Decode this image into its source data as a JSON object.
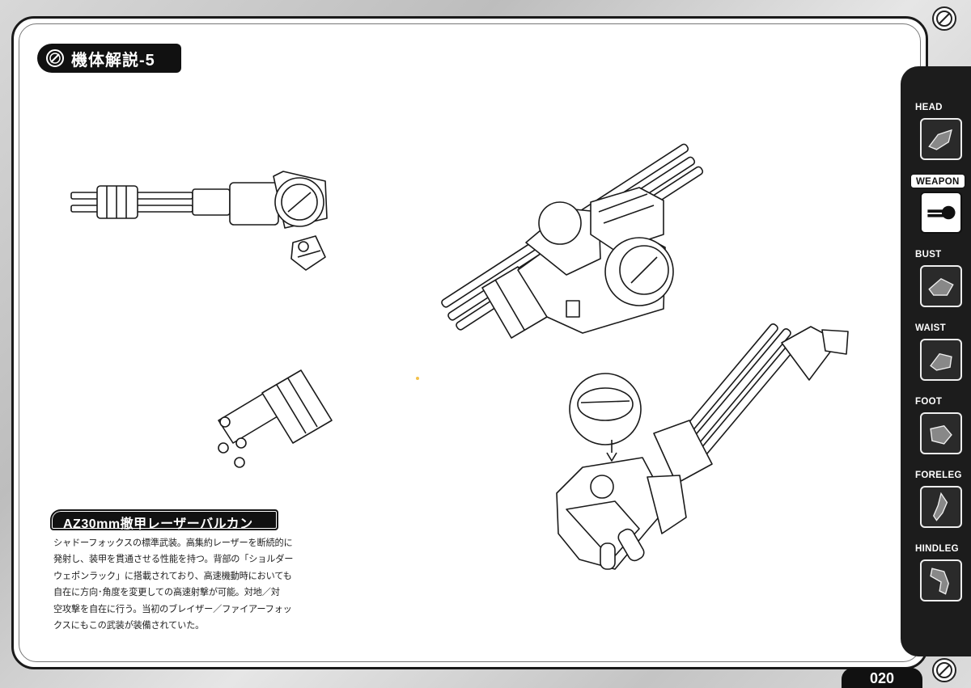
{
  "header": {
    "title": "機体解説-5"
  },
  "sidebar": {
    "tabs": [
      {
        "label": "HEAD"
      },
      {
        "label": "WEAPON"
      },
      {
        "label": "BUST"
      },
      {
        "label": "WAIST"
      },
      {
        "label": "FOOT"
      },
      {
        "label": "FORELEG"
      },
      {
        "label": "HINDLEG"
      }
    ],
    "active": "WEAPON"
  },
  "weapon": {
    "title": "AZ30mm撤甲レーザーバルカン",
    "description_lines": [
      "シャドーフォックスの標準武装。高集約レーザーを断続的に",
      "発射し、装甲を貫通させる性能を持つ。背部の「ショルダー",
      "ウェポンラック」に搭載されており、高速機動時においても",
      "自在に方向･角度を変更しての高速射撃が可能。対地／対",
      "空攻撃を自在に行う。当初のブレイザー／ファイアーフォッ",
      "クスにもこの武装が装備されていた。"
    ]
  },
  "page": {
    "number": "020"
  },
  "colors": {
    "ink": "#111111",
    "paper": "#ffffff",
    "frame": "#c8c8c8"
  }
}
